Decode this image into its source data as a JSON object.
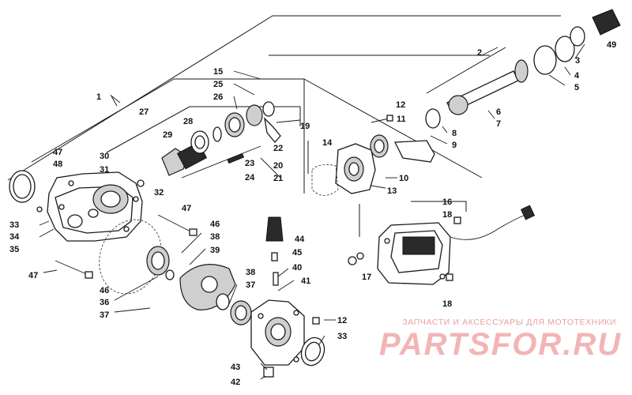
{
  "watermark": {
    "caption": "ЗАПЧАСТИ И АКСЕССУАРЫ ДЛЯ МОТОТЕХНИКИ",
    "logo_text": "PARTSFOR.RU",
    "color": "#f2b5b5"
  },
  "callouts": {
    "c1": "1",
    "c2": "2",
    "c3": "3",
    "c4": "4",
    "c5": "5",
    "c6": "6",
    "c7": "7",
    "c8": "8",
    "c9": "9",
    "c10": "10",
    "c11": "11",
    "c12a": "12",
    "c12b": "12",
    "c13": "13",
    "c14": "14",
    "c15": "15",
    "c16": "16",
    "c17": "17",
    "c18a": "18",
    "c18b": "18",
    "c19": "19",
    "c20": "20",
    "c21": "21",
    "c22": "22",
    "c23": "23",
    "c24": "24",
    "c25": "25",
    "c26": "26",
    "c27": "27",
    "c28": "28",
    "c29": "29",
    "c30": "30",
    "c31": "31",
    "c32": "32",
    "c33a": "33",
    "c33b": "33",
    "c34": "34",
    "c35": "35",
    "c36": "36",
    "c37a": "37",
    "c37b": "37",
    "c38a": "38",
    "c38b": "38",
    "c39": "39",
    "c40": "40",
    "c41": "41",
    "c42": "42",
    "c43": "43",
    "c44": "44",
    "c45": "45",
    "c46a": "46",
    "c46b": "46",
    "c47a": "47",
    "c47b": "47",
    "c47c": "47",
    "c48": "48",
    "c49": "49"
  }
}
